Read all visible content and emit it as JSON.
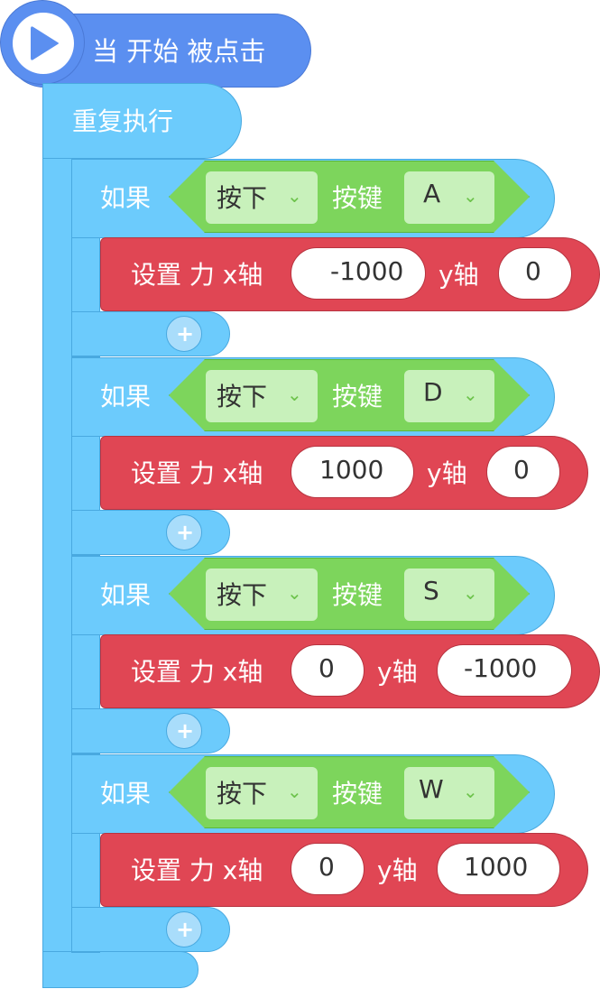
{
  "hat": {
    "label": "当 开始 被点击",
    "icon": "play-icon",
    "color": "#5b8ff0"
  },
  "forever": {
    "label": "重复执行",
    "color": "#6ccbfc"
  },
  "colors": {
    "control": "#6ccbfc",
    "sensing": "#7dd55c",
    "motion": "#e04654",
    "hat": "#5b8ff0"
  },
  "if_blocks": [
    {
      "if_label": "如果",
      "condition": {
        "action": "按下",
        "key_label": "按键",
        "key": "A"
      },
      "action": {
        "label": "设置 力 x轴",
        "x_value": "-1000",
        "y_label": "y轴",
        "y_value": "0"
      },
      "add_icon": "plus-icon"
    },
    {
      "if_label": "如果",
      "condition": {
        "action": "按下",
        "key_label": "按键",
        "key": "D"
      },
      "action": {
        "label": "设置 力 x轴",
        "x_value": "1000",
        "y_label": "y轴",
        "y_value": "0"
      },
      "add_icon": "plus-icon"
    },
    {
      "if_label": "如果",
      "condition": {
        "action": "按下",
        "key_label": "按键",
        "key": "S"
      },
      "action": {
        "label": "设置 力 x轴",
        "x_value": "0",
        "y_label": "y轴",
        "y_value": "-1000"
      },
      "add_icon": "plus-icon"
    },
    {
      "if_label": "如果",
      "condition": {
        "action": "按下",
        "key_label": "按键",
        "key": "W"
      },
      "action": {
        "label": "设置 力 x轴",
        "x_value": "0",
        "y_label": "y轴",
        "y_value": "1000"
      },
      "add_icon": "plus-icon"
    }
  ]
}
